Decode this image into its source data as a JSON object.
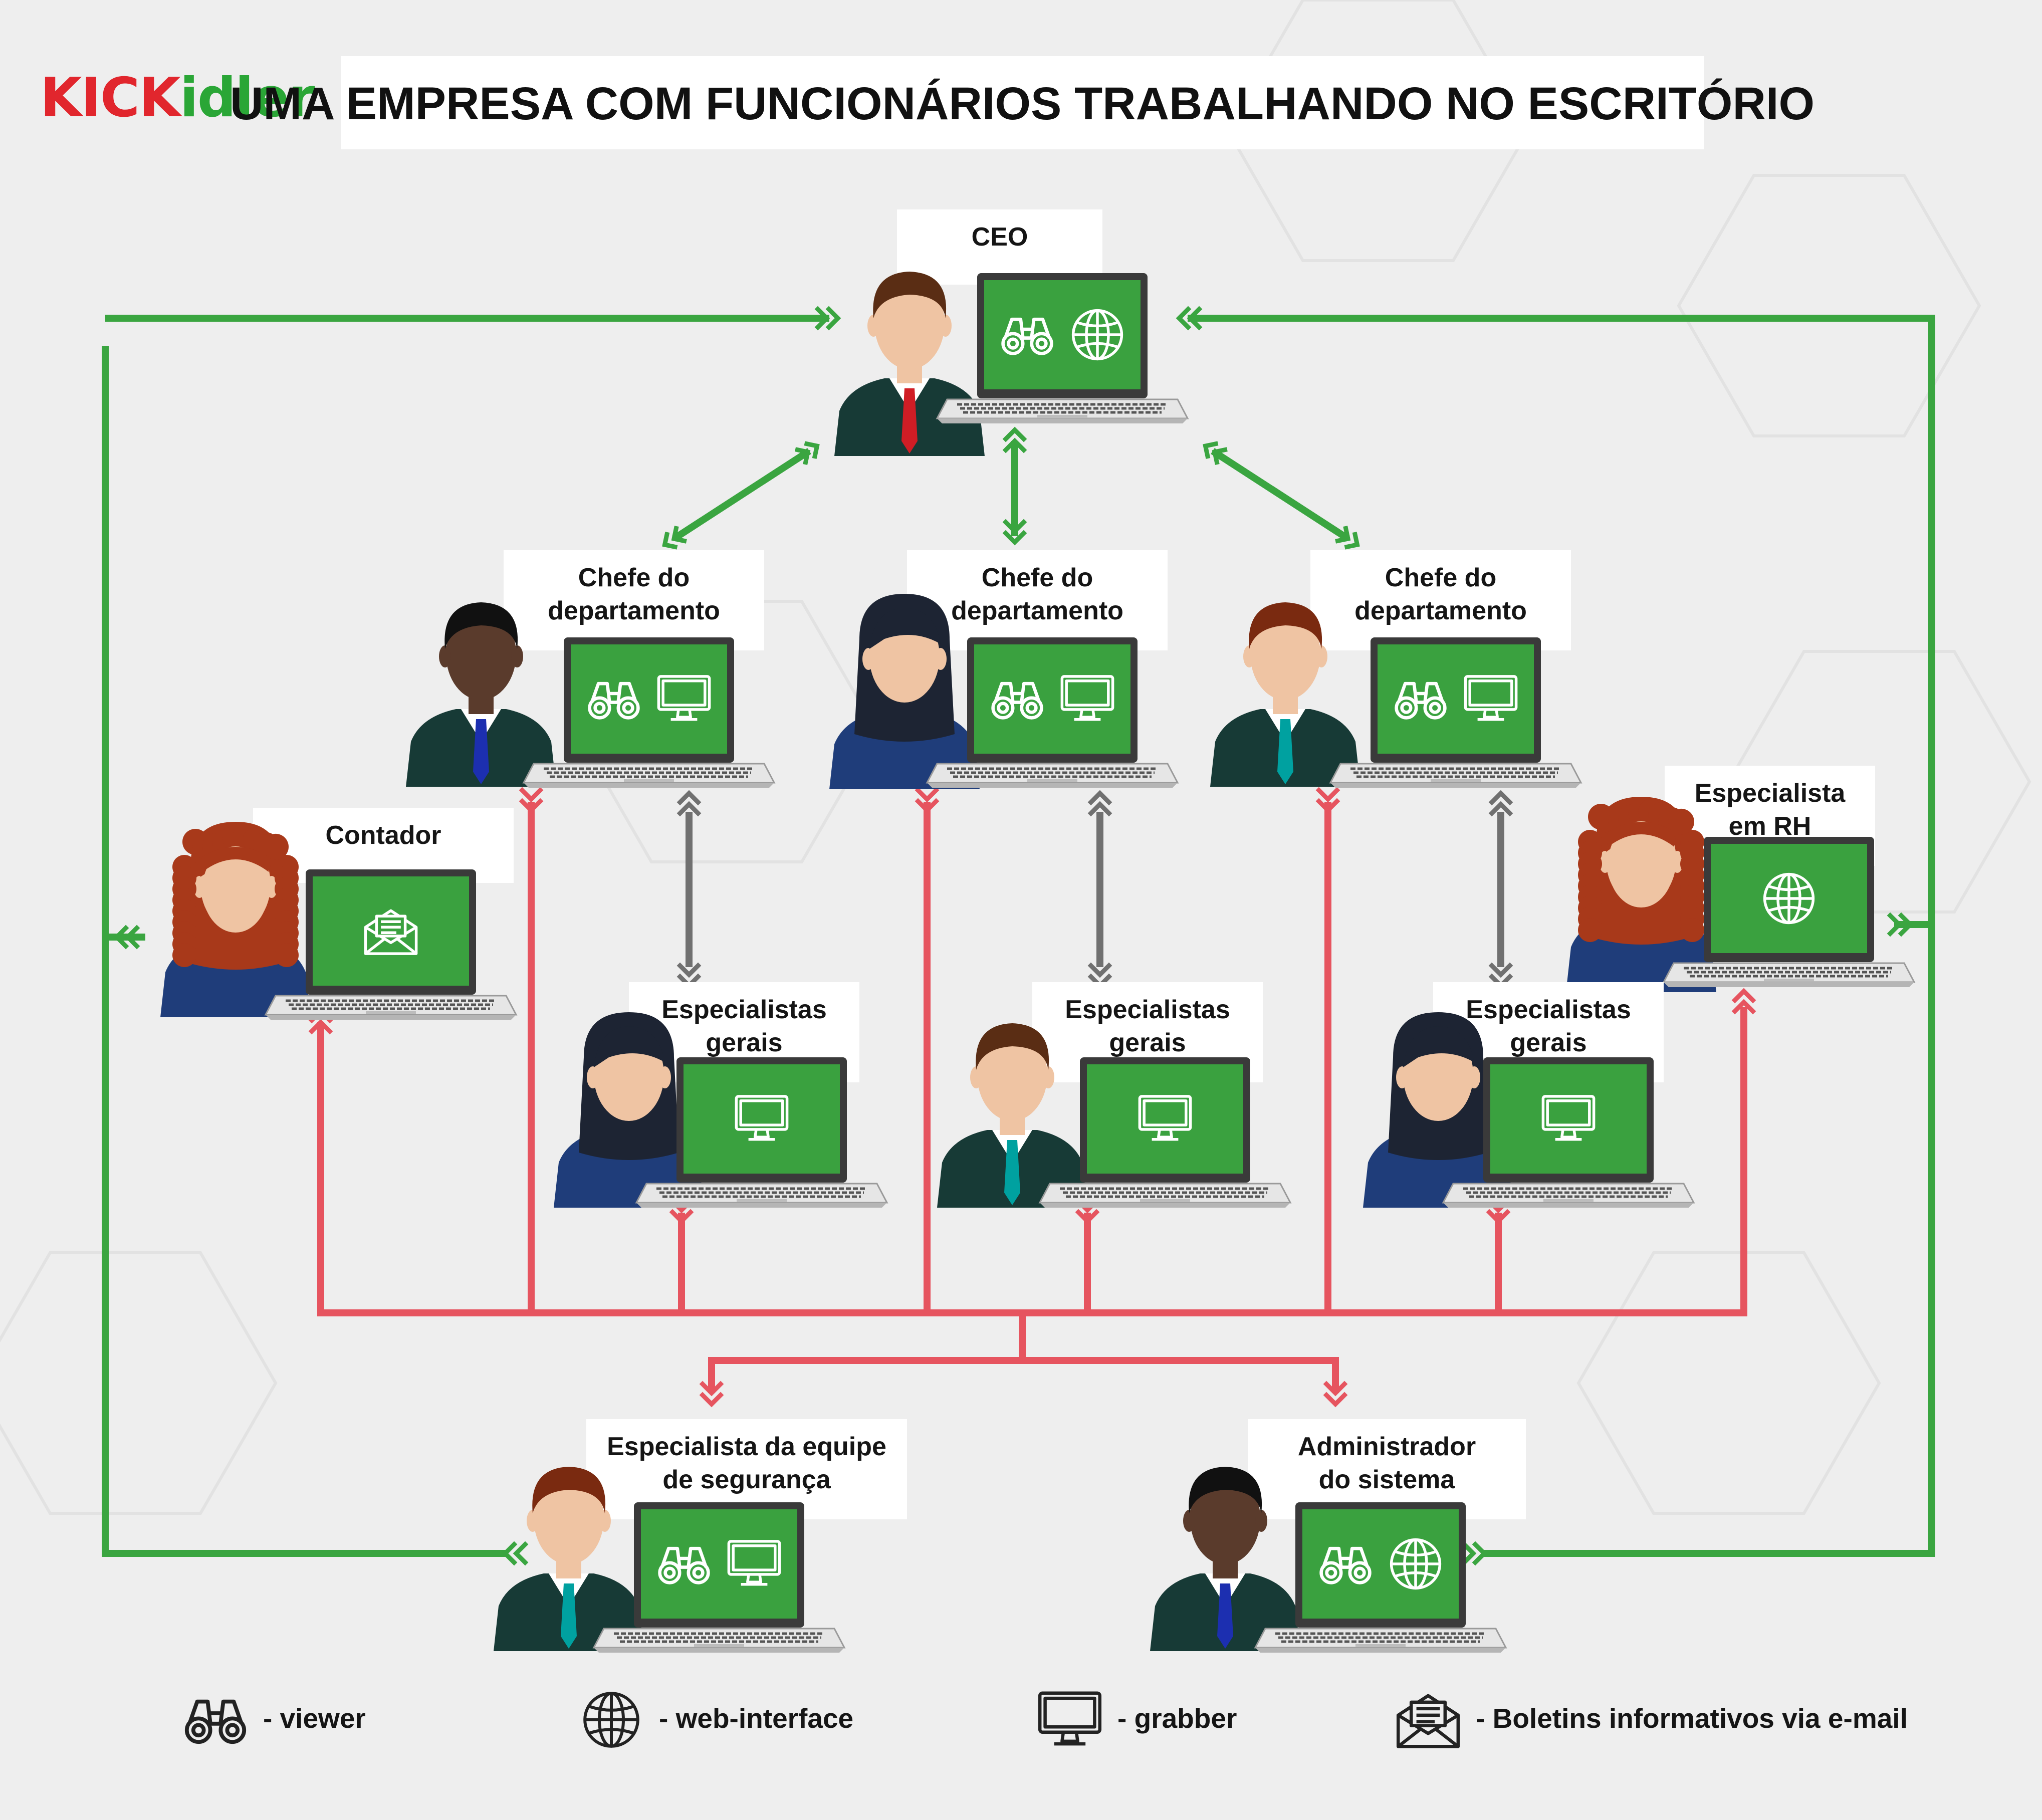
{
  "brand": {
    "logo_part1": "KICK",
    "logo_part2": "idler",
    "colors": {
      "red": "#e1262d",
      "green": "#2aa636"
    }
  },
  "title": "UMA EMPRESA COM FUNCIONÁRIOS TRABALHANDO NO ESCRITÓRIO",
  "nodes": {
    "ceo": {
      "label": [
        "CEO"
      ],
      "icons": [
        "binoculars-icon",
        "globe-icon"
      ]
    },
    "head_left": {
      "label": [
        "Chefe do",
        "departamento"
      ],
      "icons": [
        "binoculars-icon",
        "monitor-icon"
      ]
    },
    "head_center": {
      "label": [
        "Chefe do",
        "departamento"
      ],
      "icons": [
        "binoculars-icon",
        "monitor-icon"
      ]
    },
    "head_right": {
      "label": [
        "Chefe do",
        "departamento"
      ],
      "icons": [
        "binoculars-icon",
        "monitor-icon"
      ]
    },
    "accountant": {
      "label": [
        "Contador"
      ],
      "icons": [
        "envelope-icon"
      ]
    },
    "hr": {
      "label": [
        "Especialista",
        "em RH"
      ],
      "icons": [
        "globe-icon"
      ]
    },
    "spec_left": {
      "label": [
        "Especialistas",
        "gerais"
      ],
      "icons": [
        "monitor-icon"
      ]
    },
    "spec_center": {
      "label": [
        "Especialistas",
        "gerais"
      ],
      "icons": [
        "monitor-icon"
      ]
    },
    "spec_right": {
      "label": [
        "Especialistas",
        "gerais"
      ],
      "icons": [
        "monitor-icon"
      ]
    },
    "security": {
      "label": [
        "Especialista da equipe",
        "de segurança"
      ],
      "icons": [
        "binoculars-icon",
        "monitor-icon"
      ]
    },
    "sysadmin": {
      "label": [
        "Administrador",
        "do sistema"
      ],
      "icons": [
        "binoculars-icon",
        "globe-icon"
      ]
    }
  },
  "legend": [
    {
      "icon": "binoculars-icon",
      "text": "- viewer"
    },
    {
      "icon": "globe-icon",
      "text": "- web-interface"
    },
    {
      "icon": "monitor-icon",
      "text": "- grabber"
    },
    {
      "icon": "envelope-icon",
      "text": "- Boletins informativos via e-mail"
    }
  ],
  "colors": {
    "background": "#eeeeee",
    "screen": "#3aa13f",
    "link_green": "#3aa540",
    "link_red": "#e6545f",
    "link_gray": "#707070",
    "suit": "#173a36",
    "label_box": "#ffffff"
  }
}
